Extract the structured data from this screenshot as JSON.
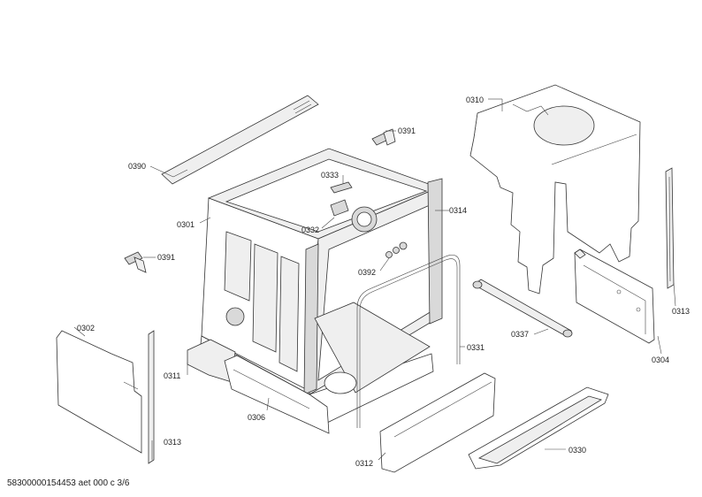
{
  "diagram": {
    "parts": [
      {
        "id": "p0310",
        "label": "0310"
      },
      {
        "id": "p0390",
        "label": "0390"
      },
      {
        "id": "p0391a",
        "label": "0391"
      },
      {
        "id": "p0391b",
        "label": "0391"
      },
      {
        "id": "p0333",
        "label": "0333"
      },
      {
        "id": "p0301",
        "label": "0301"
      },
      {
        "id": "p0314",
        "label": "0314"
      },
      {
        "id": "p0332",
        "label": "0332"
      },
      {
        "id": "p0392",
        "label": "0392"
      },
      {
        "id": "p0313a",
        "label": "0313"
      },
      {
        "id": "p0313b",
        "label": "0313"
      },
      {
        "id": "p0302",
        "label": "0302"
      },
      {
        "id": "p0337",
        "label": "0337"
      },
      {
        "id": "p0304",
        "label": "0304"
      },
      {
        "id": "p0331",
        "label": "0331"
      },
      {
        "id": "p0311",
        "label": "0311"
      },
      {
        "id": "p0306",
        "label": "0306"
      },
      {
        "id": "p0312",
        "label": "0312"
      },
      {
        "id": "p0330",
        "label": "0330"
      }
    ],
    "footer": "58300000154453 aet 000 c 3/6"
  }
}
